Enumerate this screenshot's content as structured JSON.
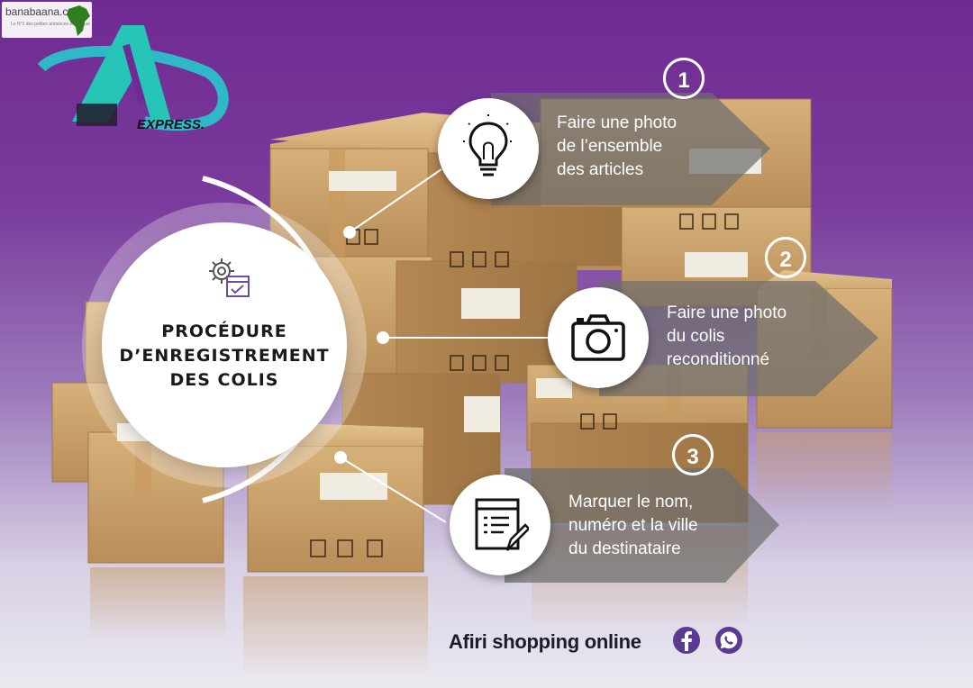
{
  "watermark": {
    "site": "banabaana.com",
    "tagline": "Le N°1 des petites annonces en Afrique"
  },
  "logo": {
    "brand_text": "EXPRESS."
  },
  "main": {
    "title_lines": [
      "PROCÉDURE",
      "D’ENREGISTREMENT",
      "DES COLIS"
    ]
  },
  "steps": [
    {
      "number": "1",
      "icon": "lightbulb-icon",
      "lines": [
        "Faire une photo",
        "de l’ensemble",
        "des articles"
      ]
    },
    {
      "number": "2",
      "icon": "camera-icon",
      "lines": [
        "Faire une photo",
        "du colis",
        "reconditionné"
      ]
    },
    {
      "number": "3",
      "icon": "form-pencil-icon",
      "lines": [
        "Marquer le nom,",
        "numéro et la ville",
        "du destinataire"
      ]
    }
  ],
  "footer": {
    "text": "Afiri shopping online",
    "icons": [
      "facebook-icon",
      "whatsapp-icon"
    ]
  },
  "colors": {
    "background_top": "#6f2a93",
    "background_bottom": "#ece9f1",
    "cardboard": "#c9a06a",
    "logo_teal": "#2ec4c0",
    "arrow_gray": "#6e6e6e"
  }
}
